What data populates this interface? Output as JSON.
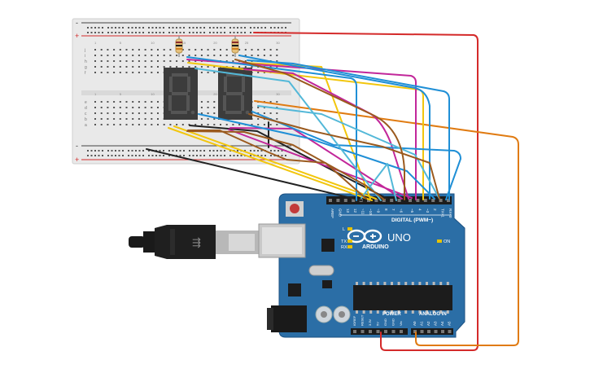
{
  "breadboard": {
    "row_letters_top": [
      "j",
      "i",
      "h",
      "g",
      "f"
    ],
    "row_letters_bottom": [
      "e",
      "d",
      "c",
      "b",
      "a"
    ],
    "column_numbers": [
      "1",
      "5",
      "10",
      "15",
      "20",
      "25",
      "30"
    ],
    "rail_plus": "+",
    "rail_minus": "-"
  },
  "displays": [
    {
      "digit": "8."
    },
    {
      "digit": "8."
    }
  ],
  "arduino": {
    "logo_text": "ARDUINO",
    "model": "UNO",
    "on_label": "ON",
    "digital_label": "DIGITAL (PWM~)",
    "power_label": "POWER",
    "analog_label": "ANALOG IN",
    "led_labels": [
      "L",
      "TX",
      "RX"
    ],
    "digital_pins": [
      "AREF",
      "GND",
      "13",
      "12",
      "~11",
      "~10",
      "~9",
      "8",
      "7",
      "~6",
      "~5",
      "4",
      "~3",
      "2",
      "TX>1",
      "RX<0"
    ],
    "power_pins": [
      "IOREF",
      "RESET",
      "3.3V",
      "5V",
      "GND",
      "GND",
      "Vin"
    ],
    "analog_pins": [
      "A0",
      "A1",
      "A2",
      "A3",
      "A4",
      "A5"
    ]
  },
  "colors": {
    "board": "#2b6ea6",
    "breadboard": "#e8e8e8",
    "wire_red": "#d42a2a",
    "wire_orange": "#e07b12",
    "wire_black": "#222222",
    "wire_brown": "#9b5a1e",
    "wire_yellow": "#f2c60d",
    "wire_pink": "#c2279a",
    "wire_blue": "#1f8fd6",
    "wire_cyan": "#53b8d8",
    "display": "#3c3c3c",
    "segment": "#4d4d4d"
  }
}
